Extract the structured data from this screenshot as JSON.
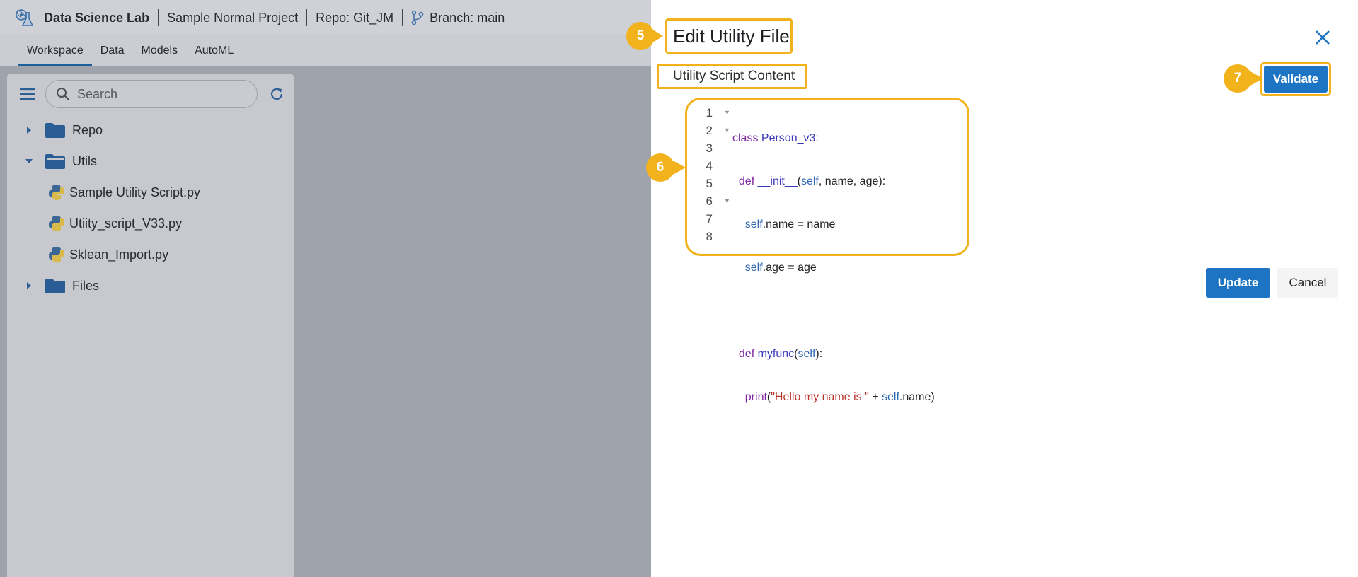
{
  "header": {
    "app_title": "Data Science Lab",
    "project": "Sample Normal Project",
    "repo": "Repo: Git_JM",
    "branch": "Branch: main"
  },
  "tabs": [
    {
      "label": "Workspace",
      "active": true
    },
    {
      "label": "Data"
    },
    {
      "label": "Models"
    },
    {
      "label": "AutoML"
    }
  ],
  "sidebar": {
    "search_placeholder": "Search",
    "tree": {
      "repo": "Repo",
      "utils": "Utils",
      "files": [
        "Sample Utility Script.py",
        "Utiity_script_V33.py",
        "Sklean_Import.py"
      ],
      "files_folder": "Files"
    }
  },
  "modal": {
    "title": "Edit Utility File",
    "section_label": "Utility Script Content",
    "validate_label": "Validate",
    "update_label": "Update",
    "cancel_label": "Cancel",
    "line_numbers": [
      "1",
      "2",
      "3",
      "4",
      "5",
      "6",
      "7",
      "8"
    ],
    "code_lines": [
      "class Person_v3:",
      "  def __init__(self, name, age):",
      "    self.name = name",
      "    self.age = age",
      "",
      "  def myfunc(self):",
      "    print(\"Hello my name is \" + self.name)",
      ""
    ]
  },
  "callouts": [
    "5",
    "6",
    "7"
  ],
  "colors": {
    "accent_blue": "#1c74c2",
    "highlight_orange": "#f2b21b",
    "overlay_gray": "#9fa3ab"
  }
}
